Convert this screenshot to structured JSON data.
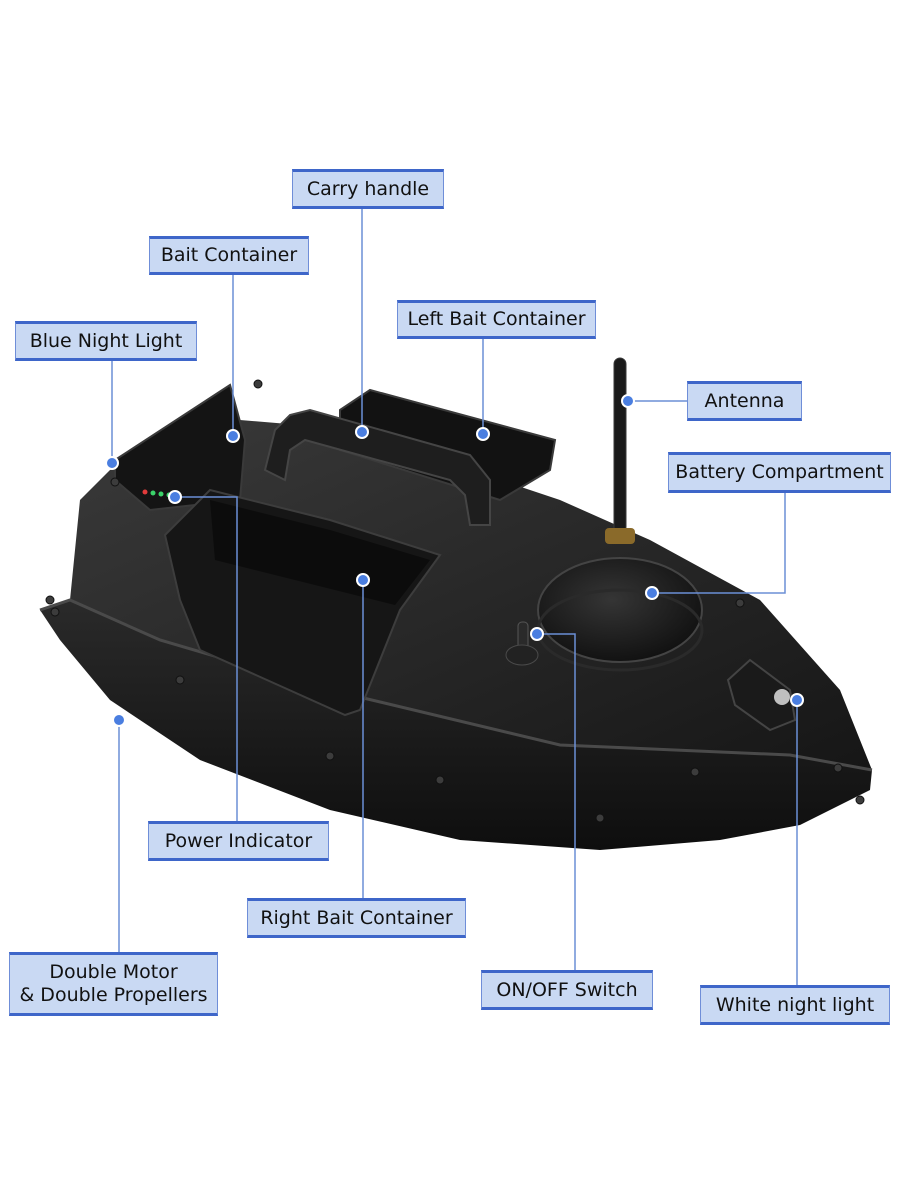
{
  "labels": {
    "carry_handle": "Carry handle",
    "bait_container": "Bait Container",
    "left_bait_container": "Left Bait Container",
    "blue_night_light": "Blue Night Light",
    "antenna": "Antenna",
    "battery_compartment": "Battery Compartment",
    "power_indicator": "Power Indicator",
    "right_bait_container": "Right Bait Container",
    "double_motor_line1": "Double Motor",
    "double_motor_line2": "& Double Propellers",
    "on_off_switch": "ON/OFF Switch",
    "white_night_light": "White night light"
  },
  "colors": {
    "label_fill": "#c9d9f3",
    "label_border": "#3e66c9",
    "leader_line": "#6b8fd6",
    "dot": "#4a7ee0",
    "boat_body": "#1b1b1b"
  }
}
